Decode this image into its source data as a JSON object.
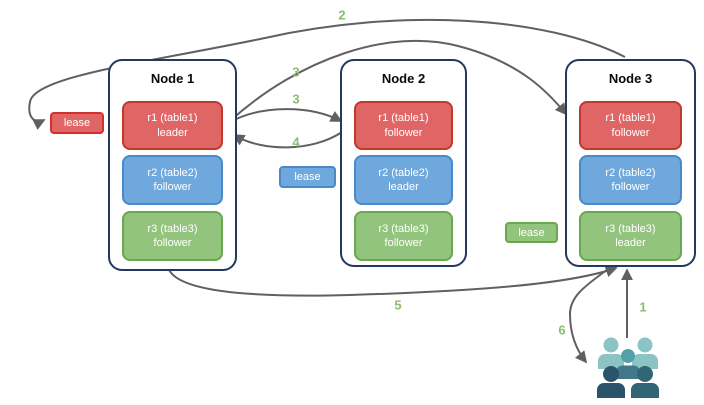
{
  "diagram": {
    "nodes": [
      {
        "title": "Node 1",
        "replicas": [
          {
            "name": "r1 (table1)",
            "role": "leader",
            "color": "red"
          },
          {
            "name": "r2 (table2)",
            "role": "follower",
            "color": "blue"
          },
          {
            "name": "r3 (table3)",
            "role": "follower",
            "color": "green"
          }
        ]
      },
      {
        "title": "Node 2",
        "replicas": [
          {
            "name": "r1 (table1)",
            "role": "follower",
            "color": "red"
          },
          {
            "name": "r2 (table2)",
            "role": "leader",
            "color": "blue"
          },
          {
            "name": "r3 (table3)",
            "role": "follower",
            "color": "green"
          }
        ]
      },
      {
        "title": "Node 3",
        "replicas": [
          {
            "name": "r1 (table1)",
            "role": "follower",
            "color": "red"
          },
          {
            "name": "r2 (table2)",
            "role": "follower",
            "color": "blue"
          },
          {
            "name": "r3 (table3)",
            "role": "leader",
            "color": "green"
          }
        ]
      }
    ],
    "leases": [
      {
        "label": "lease",
        "color": "red"
      },
      {
        "label": "lease",
        "color": "blue"
      },
      {
        "label": "lease",
        "color": "green"
      }
    ],
    "step_labels": [
      {
        "text": "2"
      },
      {
        "text": "3"
      },
      {
        "text": "3"
      },
      {
        "text": "4"
      },
      {
        "text": "5"
      },
      {
        "text": "1"
      },
      {
        "text": "6"
      }
    ],
    "colors": {
      "replica_red": "#e06666",
      "replica_red_border": "#c0392b",
      "replica_blue": "#6fa8dc",
      "replica_blue_border": "#4a89c8",
      "replica_green": "#93c47d",
      "replica_green_border": "#6aa84f",
      "node_border": "#23395d",
      "arrow": "#606060",
      "step_label": "#8bbd6e",
      "users_icon_light": "#8cc4c5",
      "users_icon_mid": "#55a0a8",
      "users_icon_dark": "#2a5469"
    }
  }
}
